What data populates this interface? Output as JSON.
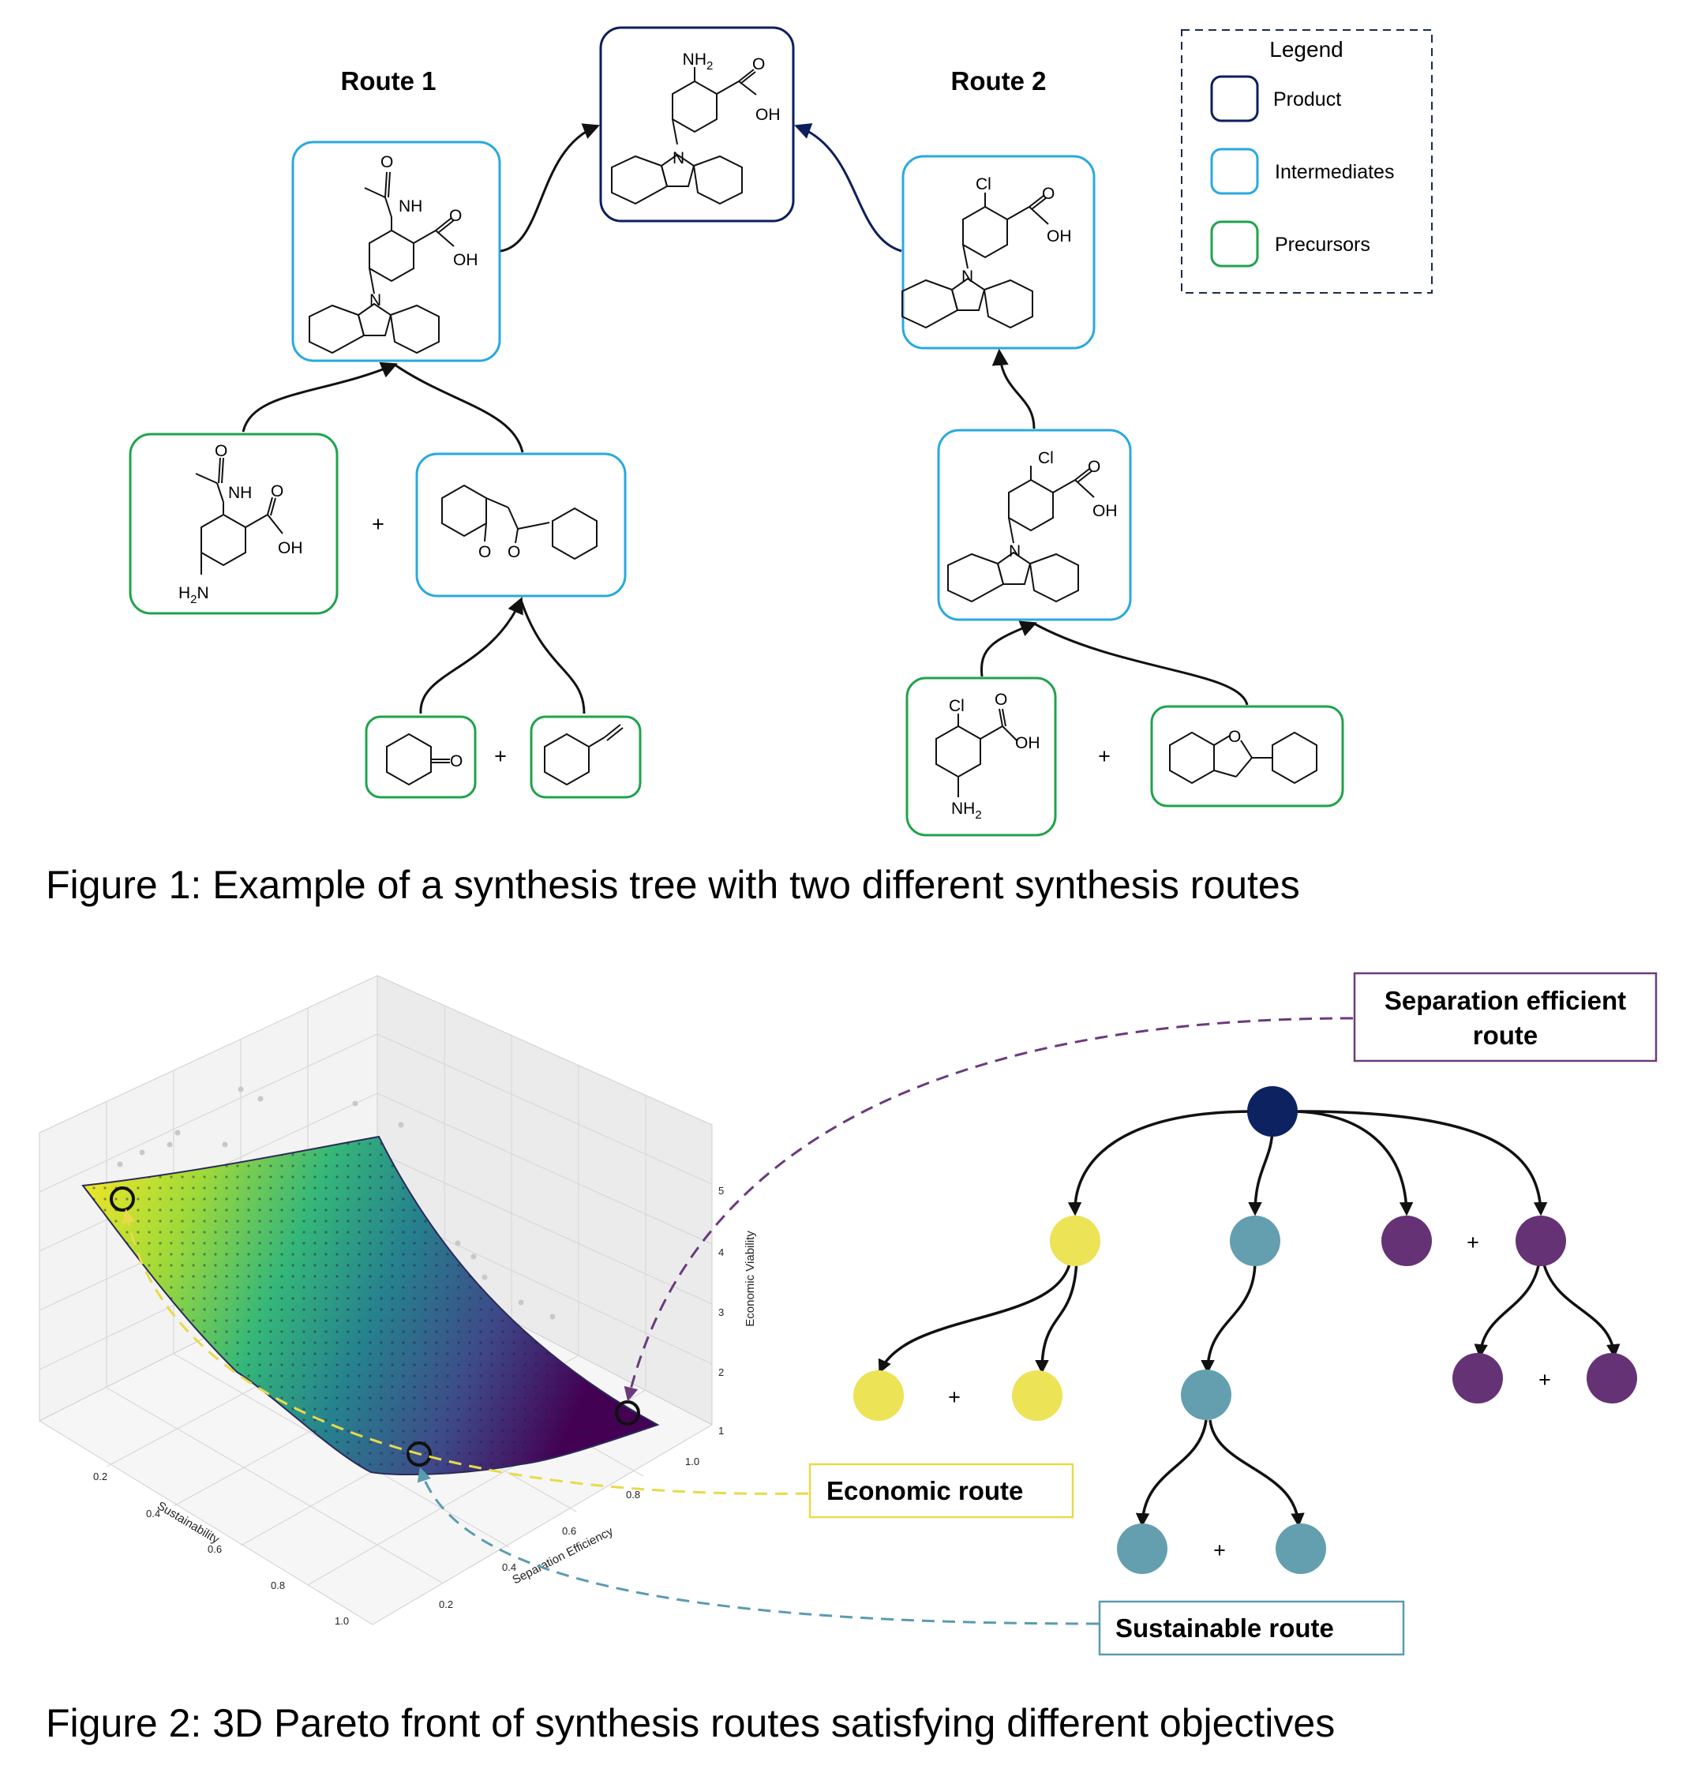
{
  "figure1": {
    "route1_title": "Route 1",
    "route2_title": "Route 2",
    "caption": "Figure 1: Example of a synthesis tree with two different synthesis routes",
    "legend": {
      "title": "Legend",
      "items": [
        {
          "label": "Product",
          "color": "#0b1f5c"
        },
        {
          "label": "Intermediates",
          "color": "#28a9e0"
        },
        {
          "label": "Precursors",
          "color": "#1fa34a"
        }
      ]
    },
    "atom_labels": {
      "nh2": "NH",
      "sub2": "2",
      "h2": "H",
      "n_h2": "N",
      "nh": "NH",
      "oh": "OH",
      "o": "O",
      "n": "N",
      "cl": "Cl"
    },
    "plus": "+"
  },
  "figure2": {
    "caption": "Figure 2: 3D Pareto front of synthesis routes satisfying different objectives",
    "callouts": {
      "separation": {
        "line1": "Separation efficient",
        "line2": "route",
        "color": "#6b3a7d"
      },
      "economic": {
        "label": "Economic route",
        "color": "#e8da4a"
      },
      "sustainable": {
        "label": "Sustainable route",
        "color": "#5b9bb0"
      }
    },
    "axes": {
      "sustainability": "Sustainability",
      "separation_efficiency": "Separation Efficiency",
      "economic_viability": "Economic Viability"
    },
    "ticks": {
      "sustainability": [
        "0.2",
        "0.4",
        "0.6",
        "0.8",
        "1.0"
      ],
      "separation_efficiency": [
        "0.2",
        "0.4",
        "0.6",
        "0.8",
        "1.0"
      ],
      "economic_viability": [
        "1",
        "2",
        "3",
        "4",
        "5"
      ]
    },
    "plus": "+",
    "node_colors": {
      "root": "#0d2260",
      "economic": "#ece356",
      "sustainable": "#649faf",
      "separation": "#663276"
    }
  }
}
